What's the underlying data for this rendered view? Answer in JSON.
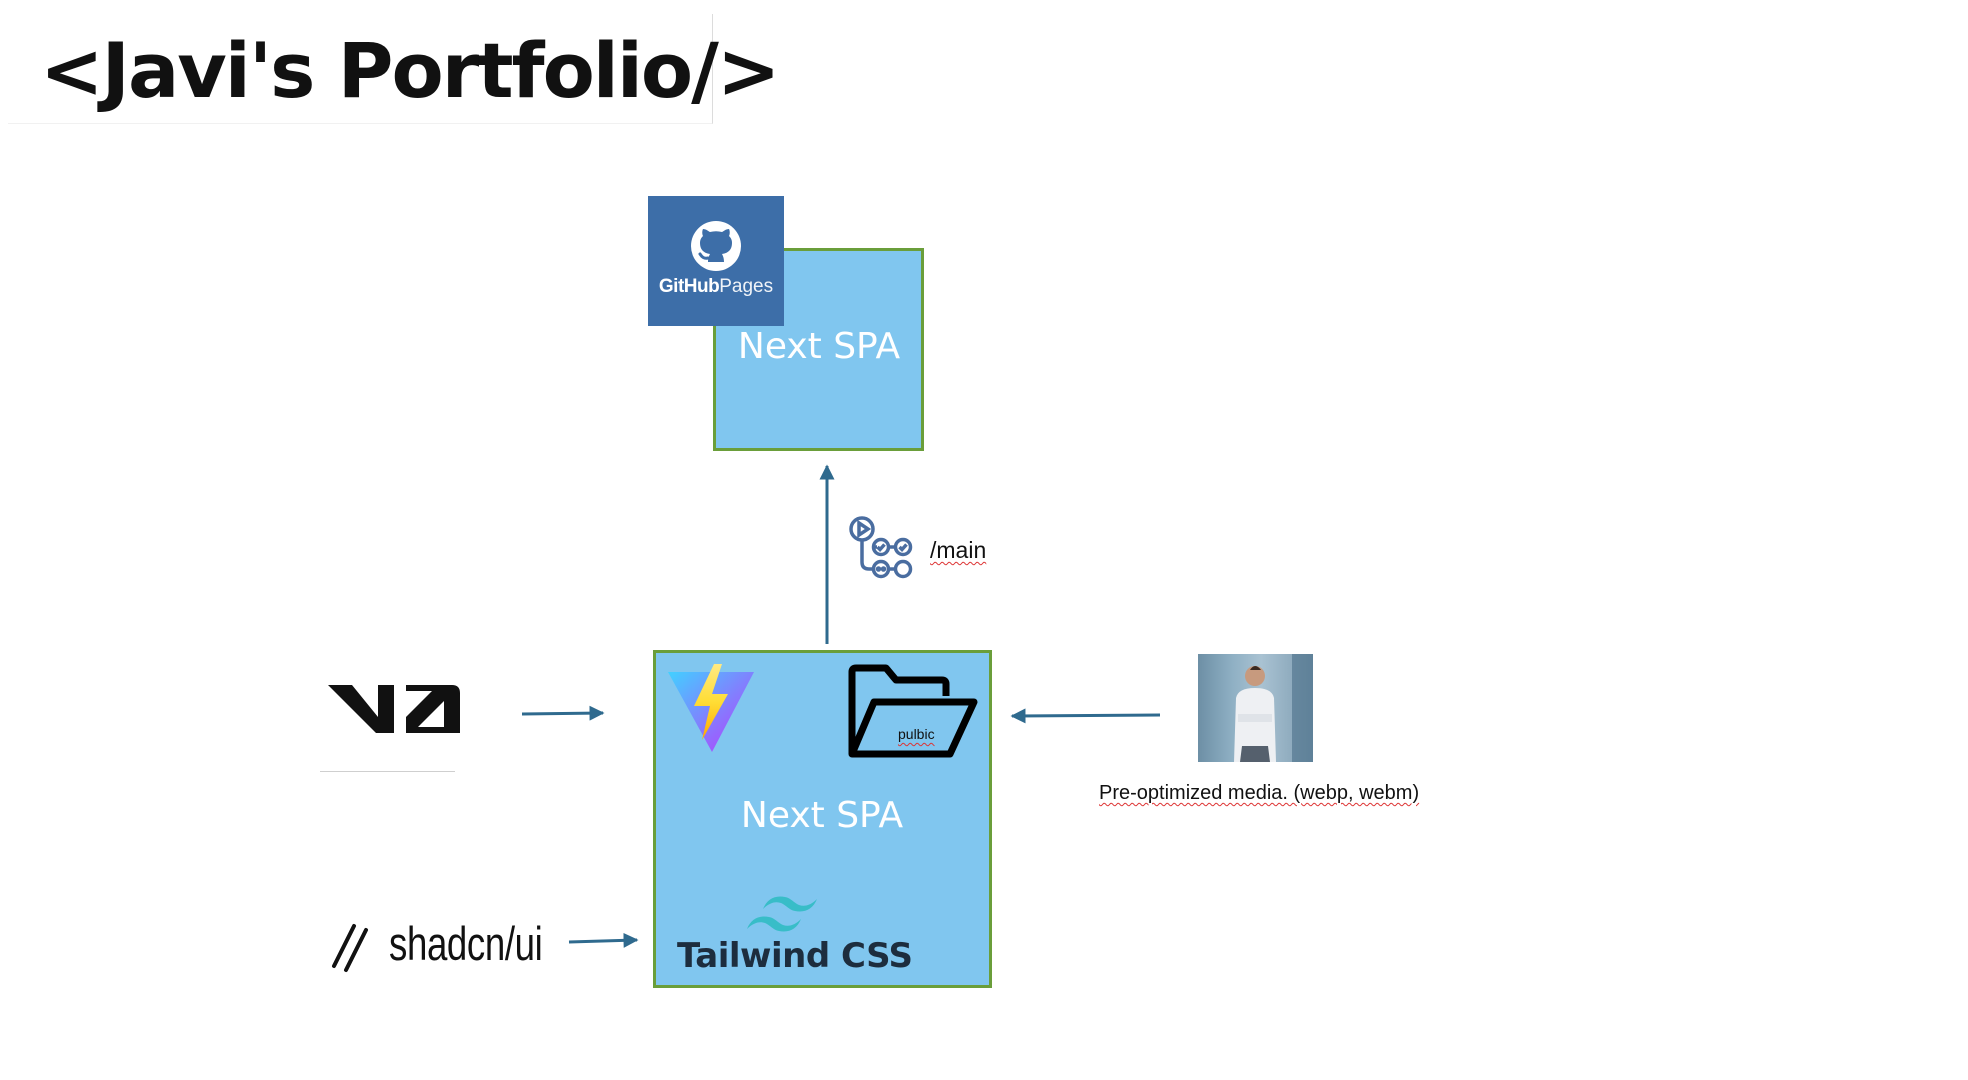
{
  "title": "<Javi's Portfolio/>",
  "deploy": {
    "box_label": "Next SPA",
    "github_pages": {
      "word1": "GitHub",
      "word2": "Pages"
    }
  },
  "pipeline": {
    "branch_label": "/main"
  },
  "app": {
    "box_label": "Next SPA",
    "folder_label": "pulbic",
    "tailwind_label": "Tailwind CSS"
  },
  "sources": {
    "shadcn_label": "shadcn/ui",
    "media_caption": "Pre-optimized media. (webp, webm)"
  },
  "colors": {
    "box_fill": "#80c6ef",
    "box_border": "#6a9e3a",
    "arrow": "#2f6a8e",
    "github_bg": "#3d6ea8"
  }
}
